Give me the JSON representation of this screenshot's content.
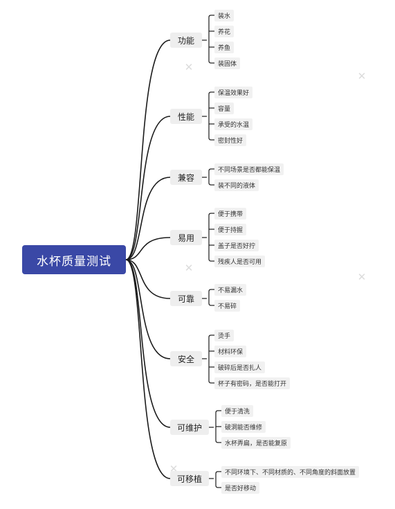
{
  "mindmap": {
    "root": "水杯质量测试",
    "branches": [
      {
        "label": "功能",
        "leaves": [
          "装水",
          "养花",
          "养鱼",
          "装固体"
        ]
      },
      {
        "label": "性能",
        "leaves": [
          "保温效果好",
          "容量",
          "承受的水温",
          "密封性好"
        ]
      },
      {
        "label": "兼容",
        "leaves": [
          "不同场景是否都能保温",
          "装不同的液体"
        ]
      },
      {
        "label": "易用",
        "leaves": [
          "便于携带",
          "便于持握",
          "盖子是否好拧",
          "残疾人是否可用"
        ]
      },
      {
        "label": "可靠",
        "leaves": [
          "不易漏水",
          "不易碎"
        ]
      },
      {
        "label": "安全",
        "leaves": [
          "烫手",
          "材料环保",
          "破碎后是否扎人",
          "杯子有密码，是否能打开"
        ]
      },
      {
        "label": "可维护",
        "leaves": [
          "便于清洗",
          "破洞能否维修",
          "水杯弄扁，是否能复原"
        ]
      },
      {
        "label": "可移植",
        "leaves": [
          "不同环境下、不同材质的、不同角度的斜面放置",
          "是否好移动"
        ]
      }
    ]
  },
  "colors": {
    "root_bg": "#3a48a6",
    "node_bg": "#eeeeee",
    "line": "#1a1a1a"
  },
  "watermark_icon": "xmind-logo-icon"
}
